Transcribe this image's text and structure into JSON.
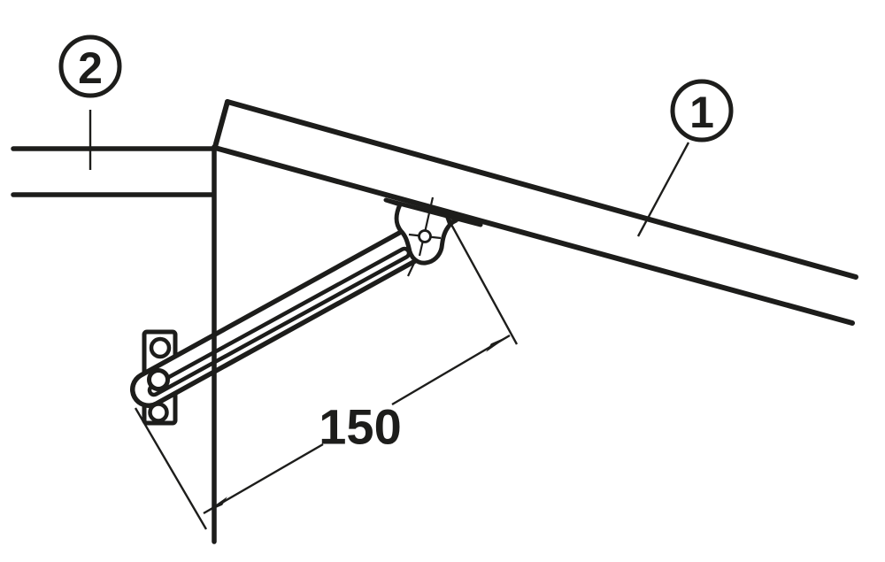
{
  "drawing": {
    "title": "lid-stay-installation-diagram",
    "callouts": {
      "flap_label": "1",
      "cabinet_label": "2"
    },
    "dimension": {
      "value": "150"
    },
    "colors": {
      "ink": "#1d1d1b",
      "background": "#ffffff"
    }
  }
}
